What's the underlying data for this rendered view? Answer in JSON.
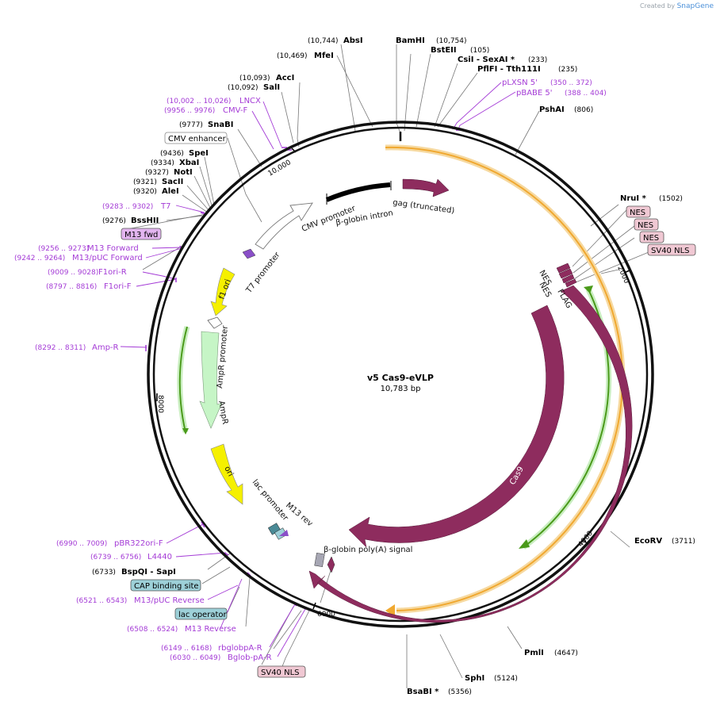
{
  "credit": {
    "prefix": "Created by",
    "brand": "SnapGene"
  },
  "plasmid": {
    "name": "v5 Cas9-eVLP",
    "size": "10,783 bp"
  },
  "ticks": [
    "2000",
    "4000",
    "6000",
    "8000",
    "10,000"
  ],
  "enzymes": [
    {
      "pos": "(10,744)",
      "name": "AbsI"
    },
    {
      "pos": "",
      "name": "BamHI"
    },
    {
      "pos": "(10,754)",
      "name": ""
    },
    {
      "pos": "(10,469)",
      "name": "MfeI"
    },
    {
      "pos": "(105)",
      "name": "BstEII"
    },
    {
      "pos": "(233)",
      "name": "CsiI  - SexAI *"
    },
    {
      "pos": "(235)",
      "name": "PflFI  - Tth111I"
    },
    {
      "pos": "(10,093)",
      "name": "AccI"
    },
    {
      "pos": "(10,092)",
      "name": "SalI"
    },
    {
      "pos": "(806)",
      "name": "PshAI"
    },
    {
      "pos": "(9777)",
      "name": "SnaBI"
    },
    {
      "pos": "(9436)",
      "name": "SpeI"
    },
    {
      "pos": "(9334)",
      "name": "XbaI"
    },
    {
      "pos": "(9327)",
      "name": "NotI"
    },
    {
      "pos": "(9321)",
      "name": "SacII"
    },
    {
      "pos": "(9320)",
      "name": "AleI"
    },
    {
      "pos": "(9276)",
      "name": "BssHII"
    },
    {
      "pos": "(1502)",
      "name": "NruI *"
    },
    {
      "pos": "(3711)",
      "name": "EcoRV"
    },
    {
      "pos": "(4647)",
      "name": "PmlI"
    },
    {
      "pos": "(5124)",
      "name": "SphI"
    },
    {
      "pos": "(5356)",
      "name": "BsaBI *"
    },
    {
      "pos": "(6733)",
      "name": "BspQI  - SapI"
    }
  ],
  "primers": [
    {
      "pos": "(350 .. 372)",
      "name": "pLXSN 5'"
    },
    {
      "pos": "(388 .. 404)",
      "name": "pBABE 5'"
    },
    {
      "pos": "(10,002 .. 10,026)",
      "name": "LNCX"
    },
    {
      "pos": "(9956 .. 9976)",
      "name": "CMV-F"
    },
    {
      "pos": "(9283 .. 9302)",
      "name": "T7"
    },
    {
      "pos": "(9256 .. 9273)",
      "name": "M13 Forward"
    },
    {
      "pos": "(9242 .. 9264)",
      "name": "M13/pUC Forward"
    },
    {
      "pos": "(9009 .. 9028)",
      "name": "F1ori-R"
    },
    {
      "pos": "(8797 .. 8816)",
      "name": "F1ori-F"
    },
    {
      "pos": "(8292 .. 8311)",
      "name": "Amp-R"
    },
    {
      "pos": "(6990 .. 7009)",
      "name": "pBR322ori-F"
    },
    {
      "pos": "(6739 .. 6756)",
      "name": "L4440"
    },
    {
      "pos": "(6521 .. 6543)",
      "name": "M13/pUC Reverse"
    },
    {
      "pos": "(6508 .. 6524)",
      "name": "M13 Reverse"
    },
    {
      "pos": "(6149 .. 6168)",
      "name": "rbglobpA-R"
    },
    {
      "pos": "(6030 .. 6049)",
      "name": "Bglob-pA-R"
    }
  ],
  "boxes": {
    "cmv_enhancer": "CMV enhancer",
    "m13_fwd": "M13 fwd",
    "nes1": "NES",
    "nes2": "NES",
    "nes3": "NES",
    "sv40_nls_right": "SV40 NLS",
    "cap_site": "CAP binding site",
    "lac_operator": "lac operator",
    "sv40_nls_bottom": "SV40 NLS"
  },
  "features": {
    "gag": "gag (truncated)",
    "cmv_promoter": "CMV promoter",
    "bglobin_intron": "β-globin intron",
    "t7_promoter": "T7 promoter",
    "f1_ori": "f1 ori",
    "ampr_promoter": "AmpR promoter",
    "ampr": "AmpR",
    "ori": "ori",
    "lac_promoter": "lac promoter",
    "m13_rev": "M13 rev",
    "bglobin_polya": "β-globin poly(A) signal",
    "cas9_a": "Cas9",
    "cas9_b": "Cas9",
    "nes_a": "NES",
    "nes_b": "NES",
    "flag": "FLAG"
  },
  "colors": {
    "backbone": "#111111",
    "cas9": "#8e2c5e",
    "orange": "#f0a830",
    "green": "#4a9a1a",
    "yellow": "#f5f000",
    "ampr": "#c6f5c6",
    "primer": "#a43bd6",
    "nes_fill": "#f0c8d3",
    "blue_box": "#9dd0d8",
    "m13_box": "#e3b5f0"
  }
}
